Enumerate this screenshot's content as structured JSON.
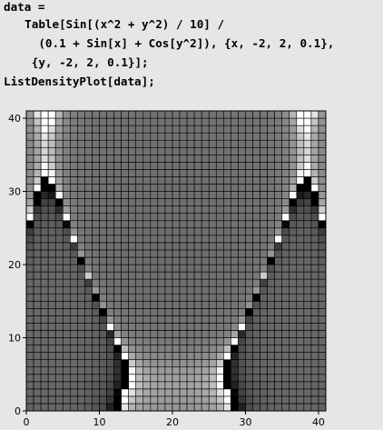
{
  "code": {
    "lines": [
      "data =",
      "  Table[Sin[(x^2 + y^2) / 10] /",
      "    (0.1 + Sin[x] + Cos[y^2]), {x, -2, 2, 0.1},",
      "   {y, -2, 2, 0.1}];",
      "ListDensityPlot[data];"
    ]
  },
  "chart_data": {
    "type": "heatmap",
    "grid_size": [
      41,
      41
    ],
    "xlim": [
      0,
      41
    ],
    "ylim": [
      0,
      41
    ],
    "x_ticks": [
      0,
      10,
      20,
      30,
      40
    ],
    "y_ticks": [
      0,
      10,
      20,
      30,
      40
    ],
    "tick_labels_x": [
      "0",
      "10",
      "20",
      "30",
      "40"
    ],
    "tick_labels_y": [
      "0",
      "10",
      "20",
      "30",
      "40"
    ],
    "mesh": true,
    "grayscale": true,
    "colors": {
      "background": "#e6e6e6",
      "frame": "#000000",
      "mesh": "#000000"
    }
  }
}
